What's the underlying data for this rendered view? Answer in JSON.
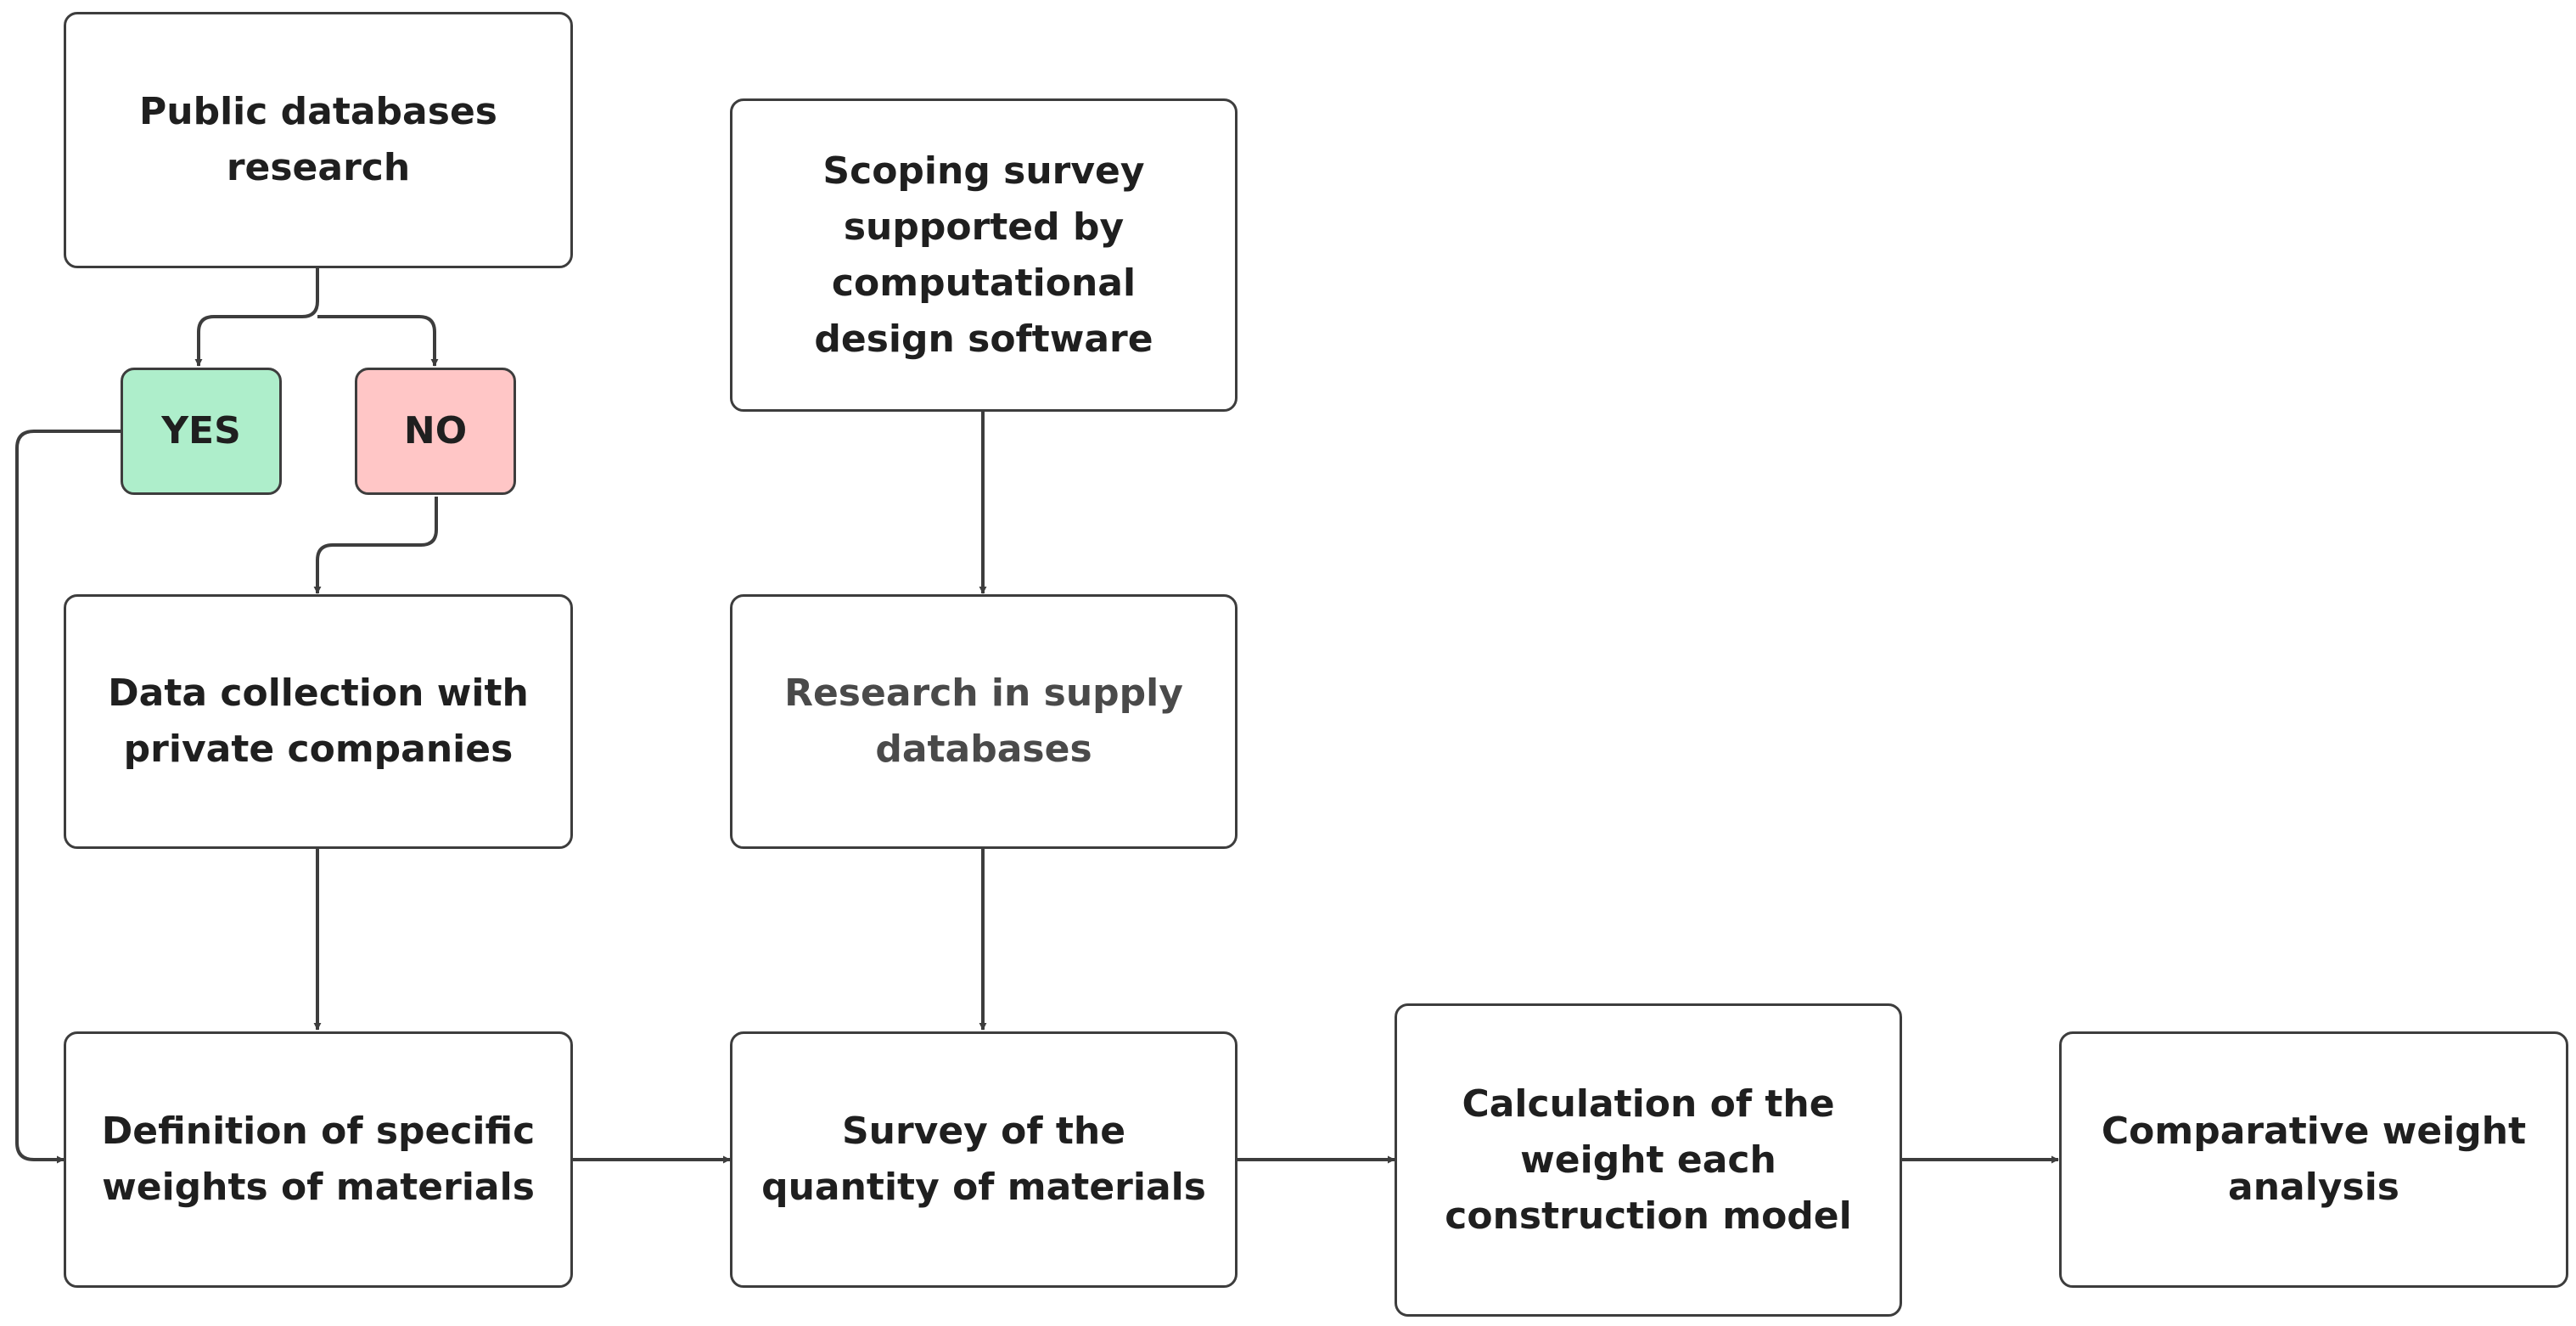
{
  "colors": {
    "stroke": "#3d3d3d",
    "yes_fill": "#aeeecb",
    "no_fill": "#ffc6c6",
    "box_fill": "#ffffff"
  },
  "nodes": {
    "public_db": "Public databases research",
    "yes": "YES",
    "no": "NO",
    "data_collection": "Data collection with private companies",
    "definition": "Definition of specific weights of materials",
    "scoping": "Scoping survey supported by computational design software",
    "research_supply": "Research in supply databases",
    "survey_quantity": "Survey of the quantity of materials",
    "calculation": "Calculation of the weight each construction model",
    "comparative": "Comparative weight analysis"
  }
}
